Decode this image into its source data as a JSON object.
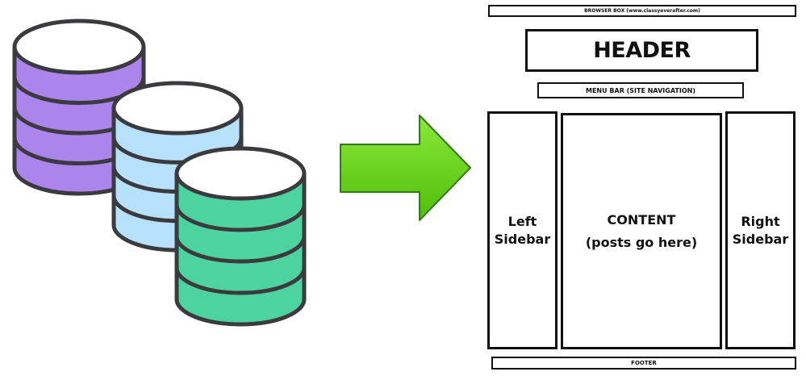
{
  "colors": {
    "outline": "#3b3b3f",
    "db_purple": "#ab84ec",
    "db_blue": "#b7e0fb",
    "db_green": "#4dd3a0",
    "arrow_green": "#5fd40e",
    "arrow_dark": "#2e7d0a",
    "layout_line": "#111111"
  },
  "databases": [
    {
      "name": "database-purple",
      "color_key": "db_purple"
    },
    {
      "name": "database-blue",
      "color_key": "db_blue"
    },
    {
      "name": "database-green",
      "color_key": "db_green"
    }
  ],
  "layout": {
    "browser_box": "BROWSER BOX (www.classyeverafter.com)",
    "header": "HEADER",
    "menu_bar": "MENU BAR (SITE NAVIGATION)",
    "left_sidebar": [
      "Left",
      "Sidebar"
    ],
    "content": [
      "CONTENT",
      "(posts go here)"
    ],
    "right_sidebar": [
      "Right",
      "Sidebar"
    ],
    "footer": "FOOTER"
  }
}
